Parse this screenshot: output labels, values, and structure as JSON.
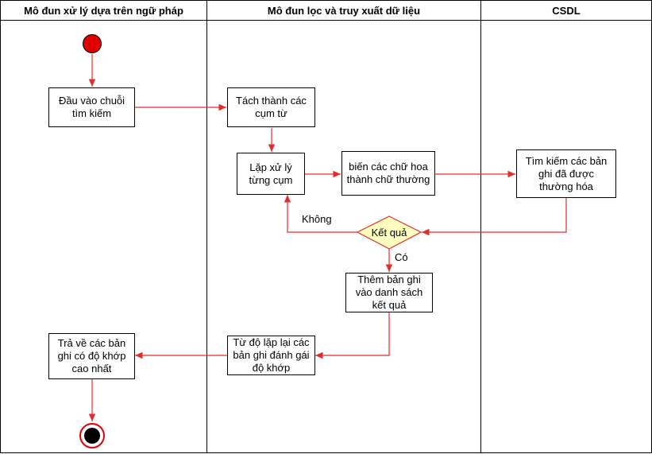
{
  "lanes": [
    {
      "title": "Mô đun xử lý dựa trên ngữ pháp"
    },
    {
      "title": "Mô đun lọc và truy xuất dữ liệu"
    },
    {
      "title": "CSDL"
    }
  ],
  "nodes": {
    "input": "Đầu vào chuỗi\ntìm kiếm",
    "split": "Tách thành các\ncụm từ",
    "loop": "Lặp xử lý\ntừng cụm",
    "lowercase": "biến các chữ hoa\nthành chữ thường",
    "search": "Tìm kiếm các bản\nghi đã được\nthường hóa",
    "decision": "Kết quả",
    "add": "Thêm bản ghi\nvào danh sách\nkết quả",
    "repeat": "Từ độ lặp lại các\nbản ghi đánh gái\nđộ khớp",
    "return": "Trả về các bản\nghi có độ khớp\ncao nhất"
  },
  "edge_labels": {
    "no": "Không",
    "yes": "Có"
  },
  "colors": {
    "arrow": "#e32d2d",
    "decision_fill": "#ffffc0",
    "decision_stroke": "#e32d2d",
    "start_fill": "#e00000",
    "border": "#000000"
  }
}
